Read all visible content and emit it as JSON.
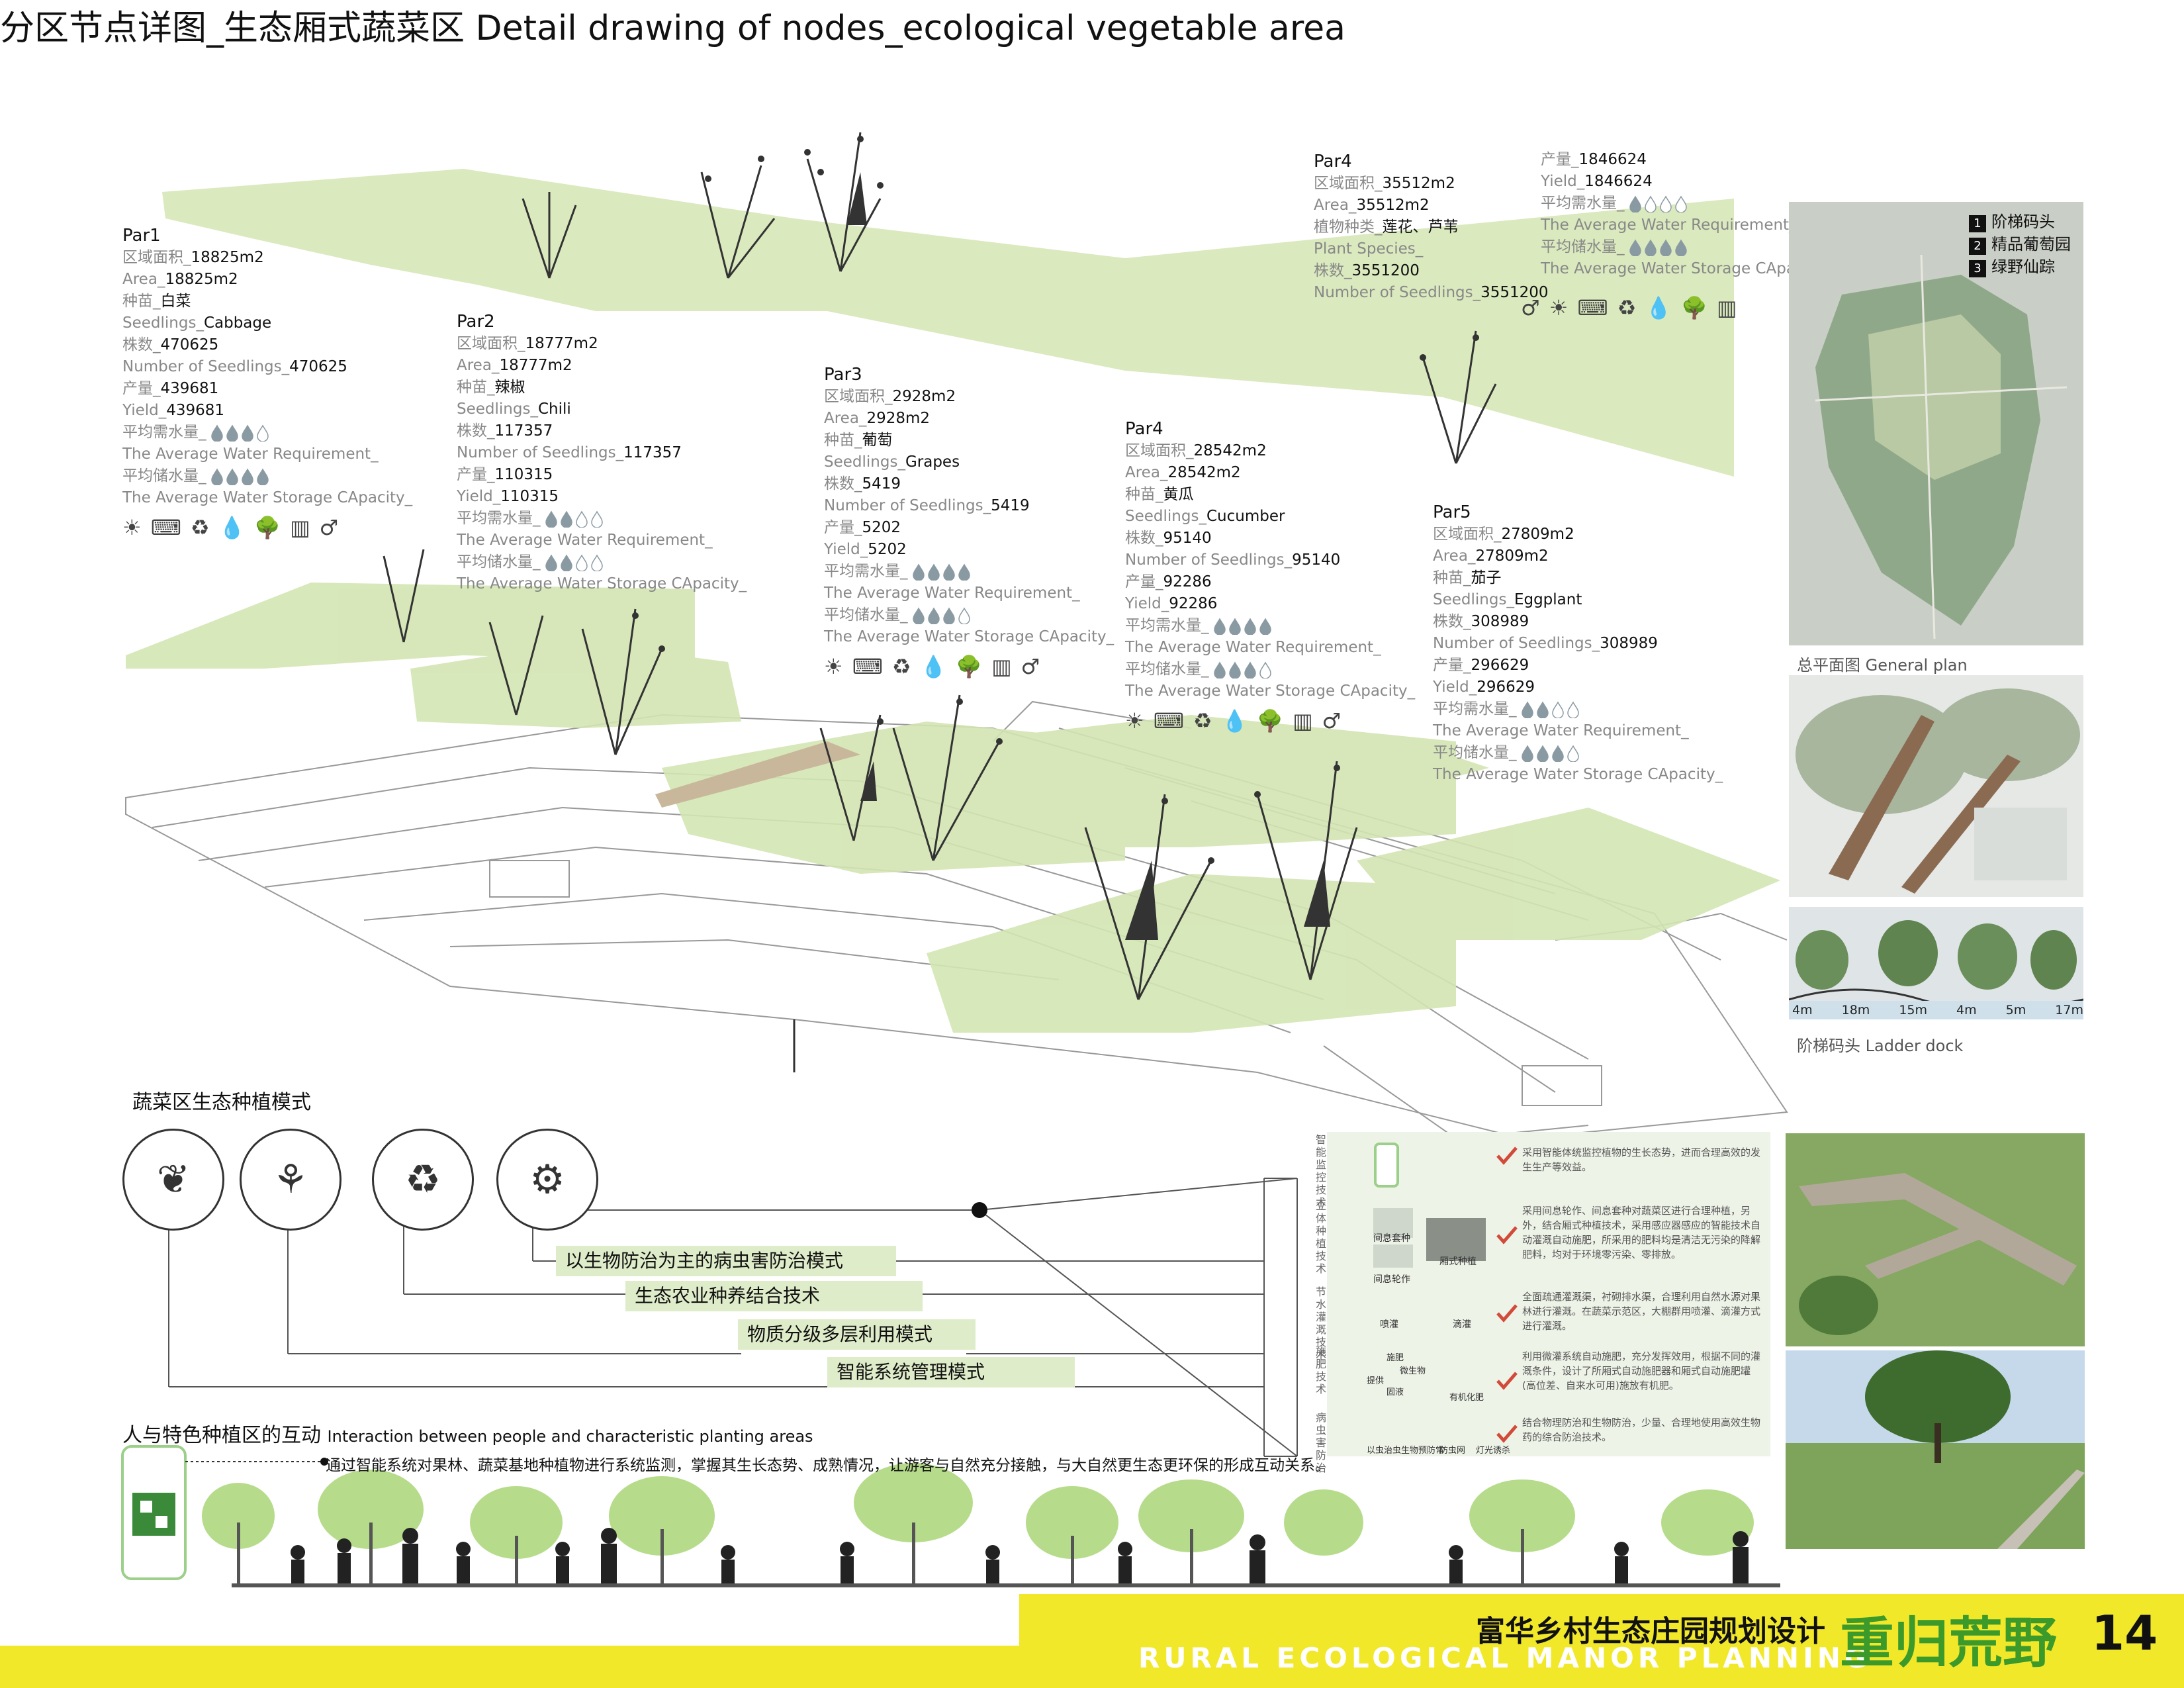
{
  "title": "分区节点详图_生态厢式蔬菜区 Detail drawing of nodes_ecological vegetable area",
  "parcels": [
    {
      "id": "Par1",
      "area_cn": "区域面积_",
      "area_cn_v": "18825m2",
      "area_en": "Area_",
      "area_en_v": "18825m2",
      "seed_cn": "种苗_",
      "seed_cn_v": "白菜",
      "seed_en": "Seedlings_",
      "seed_en_v": "Cabbage",
      "num_cn": "株数_",
      "num_cn_v": "470625",
      "num_en": "Number of Seedlings_",
      "num_en_v": "470625",
      "yield_cn": "产量_",
      "yield_cn_v": "439681",
      "yield_en": "Yield_",
      "yield_en_v": "439681",
      "water_cn": "平均需水量_",
      "water_en": "The Average Water Requirement_",
      "water_level": 3,
      "store_cn": "平均储水量_",
      "store_en": "The Average Water Storage CApacity_",
      "store_level": 4
    },
    {
      "id": "Par2",
      "area_cn": "区域面积_",
      "area_cn_v": "18777m2",
      "area_en": "Area_",
      "area_en_v": "18777m2",
      "seed_cn": "种苗_",
      "seed_cn_v": "辣椒",
      "seed_en": "Seedlings_",
      "seed_en_v": "Chili",
      "num_cn": "株数_",
      "num_cn_v": "117357",
      "num_en": "Number of Seedlings_",
      "num_en_v": "117357",
      "yield_cn": "产量_",
      "yield_cn_v": "110315",
      "yield_en": "Yield_",
      "yield_en_v": "110315",
      "water_cn": "平均需水量_",
      "water_en": "The Average Water Requirement_",
      "water_level": 2,
      "store_cn": "平均储水量_",
      "store_en": "The Average Water Storage CApacity_",
      "store_level": 2
    },
    {
      "id": "Par3",
      "area_cn": "区域面积_",
      "area_cn_v": "2928m2",
      "area_en": "Area_",
      "area_en_v": "2928m2",
      "seed_cn": "种苗_",
      "seed_cn_v": "葡萄",
      "seed_en": "Seedlings_",
      "seed_en_v": "Grapes",
      "num_cn": "株数_",
      "num_cn_v": "5419",
      "num_en": "Number of Seedlings_",
      "num_en_v": "5419",
      "yield_cn": "产量_",
      "yield_cn_v": "5202",
      "yield_en": "Yield_",
      "yield_en_v": "5202",
      "water_cn": "平均需水量_",
      "water_en": "The Average Water Requirement_",
      "water_level": 4,
      "store_cn": "平均储水量_",
      "store_en": "The Average Water Storage CApacity_",
      "store_level": 3
    },
    {
      "id": "Par4",
      "area_cn": "区域面积_",
      "area_cn_v": "28542m2",
      "area_en": "Area_",
      "area_en_v": "28542m2",
      "seed_cn": "种苗_",
      "seed_cn_v": "黄瓜",
      "seed_en": "Seedlings_",
      "seed_en_v": "Cucumber",
      "num_cn": "株数_",
      "num_cn_v": "95140",
      "num_en": "Number of Seedlings_",
      "num_en_v": "95140",
      "yield_cn": "产量_",
      "yield_cn_v": "92286",
      "yield_en": "Yield_",
      "yield_en_v": "92286",
      "water_cn": "平均需水量_",
      "water_en": "The Average Water Requirement_",
      "water_level": 4,
      "store_cn": "平均储水量_",
      "store_en": "The Average Water Storage CApacity_",
      "store_level": 3
    },
    {
      "id": "Par5",
      "area_cn": "区域面积_",
      "area_cn_v": "27809m2",
      "area_en": "Area_",
      "area_en_v": "27809m2",
      "seed_cn": "种苗_",
      "seed_cn_v": "茄子",
      "seed_en": "Seedlings_",
      "seed_en_v": "Eggplant",
      "num_cn": "株数_",
      "num_cn_v": "308989",
      "num_en": "Number of Seedlings_",
      "num_en_v": "308989",
      "yield_cn": "产量_",
      "yield_cn_v": "296629",
      "yield_en": "Yield_",
      "yield_en_v": "296629",
      "water_cn": "平均需水量_",
      "water_en": "The Average Water Requirement_",
      "water_level": 2,
      "store_cn": "平均储水量_",
      "store_en": "The Average Water Storage CApacity_",
      "store_level": 3
    }
  ],
  "par_top": {
    "id": "Par4",
    "area_cn": "区域面积_",
    "area_cn_v": "35512m2",
    "area_en": "Area_",
    "area_en_v": "35512m2",
    "species_cn": "植物种类_",
    "species_cn_v": "莲花、芦苇",
    "species_en": "Plant Species_",
    "num_cn": "株数_",
    "num_cn_v": "3551200",
    "num_en": "Number of Seedlings_",
    "num_en_v": "3551200",
    "yield_cn": "产量_",
    "yield_cn_v": "1846624",
    "yield_en": "Yield_",
    "yield_en_v": "1846624",
    "water_cn": "平均需水量_",
    "water_en": "The Average Water Requirement_",
    "water_level": 1,
    "store_cn": "平均储水量_",
    "store_en": "The Average Water Storage CApacity_",
    "store_level": 4
  },
  "map_legend": [
    {
      "num": "1",
      "label": "阶梯码头"
    },
    {
      "num": "2",
      "label": "精品葡萄园"
    },
    {
      "num": "3",
      "label": "绿野仙踪"
    }
  ],
  "captions": {
    "general_plan": "总平面图   General plan",
    "ladder_dock": "阶梯码头    Ladder dock",
    "section_dims": [
      "4m",
      "18m",
      "15m",
      "4m",
      "5m",
      "17m"
    ]
  },
  "planting_mode": {
    "heading": "蔬菜区生态种植模式",
    "modes": [
      "以生物防治为主的病虫害防治模式",
      "生态农业种养结合技术",
      "物质分级多层利用模式",
      "智能系统管理模式"
    ]
  },
  "tech": [
    {
      "label": "智能监控技术",
      "text": "采用智能体统监控植物的生长态势，进而合理高效的发生生产等效益。",
      "captions": []
    },
    {
      "label": "立体种植技术",
      "text": "采用间息轮作、间息套种对蔬菜区进行合理种植，另外，结合厢式种植技术，采用感应器感应的智能技术自动灌溉自动施肥，所采用的肥料均是清洁无污染的降解肥料，均对于环境零污染、零排放。",
      "captions": [
        "间息套种",
        "厢式种植",
        "间息轮作"
      ]
    },
    {
      "label": "节水灌溉技术",
      "text": "全面疏通灌溉渠，衬砌排水渠，合理利用自然水源对果林进行灌溉。在蔬菜示范区，大棚群用喷灌、滴灌方式进行灌溉。",
      "captions": [
        "喷灌",
        "滴灌"
      ]
    },
    {
      "label": "施肥技术",
      "text": "利用微灌系统自动施肥，充分发挥效用，根据不同的灌溉条件，设计了所厢式自动施肥器和厢式自动施肥罐(高位差、自来水可用)施放有机肥。",
      "captions": [
        "施肥",
        "微生物",
        "提供",
        "固液",
        "有机化肥"
      ]
    },
    {
      "label": "病虫害防治",
      "text": "结合物理防治和生物防治，少量、合理地使用高效生物药的综合防治技术。",
      "captions": [
        "以虫治虫生物预防常",
        "防虫网",
        "灯光诱杀"
      ]
    }
  ],
  "interaction": {
    "heading_cn": "人与特色种植区的互动",
    "heading_en": "Interaction between people and characteristic planting areas",
    "text": "通过智能系统对果林、蔬菜基地种植物进行系统监测，掌握其生长态势、成熟情况，让游客与自然充分接触，与大自然更生态更环保的形成互动关系。"
  },
  "footer": {
    "cn": "富华乡村生态庄园规划设计",
    "en": "RURAL ECOLOGICAL MANOR PLANNING",
    "brand": "重归荒野",
    "page": "14"
  },
  "colors": {
    "green_light": "#dfecc9",
    "green_band": "#d3e5b3",
    "yellow": "#f2e82a",
    "brand_green": "#3c9a2a"
  }
}
